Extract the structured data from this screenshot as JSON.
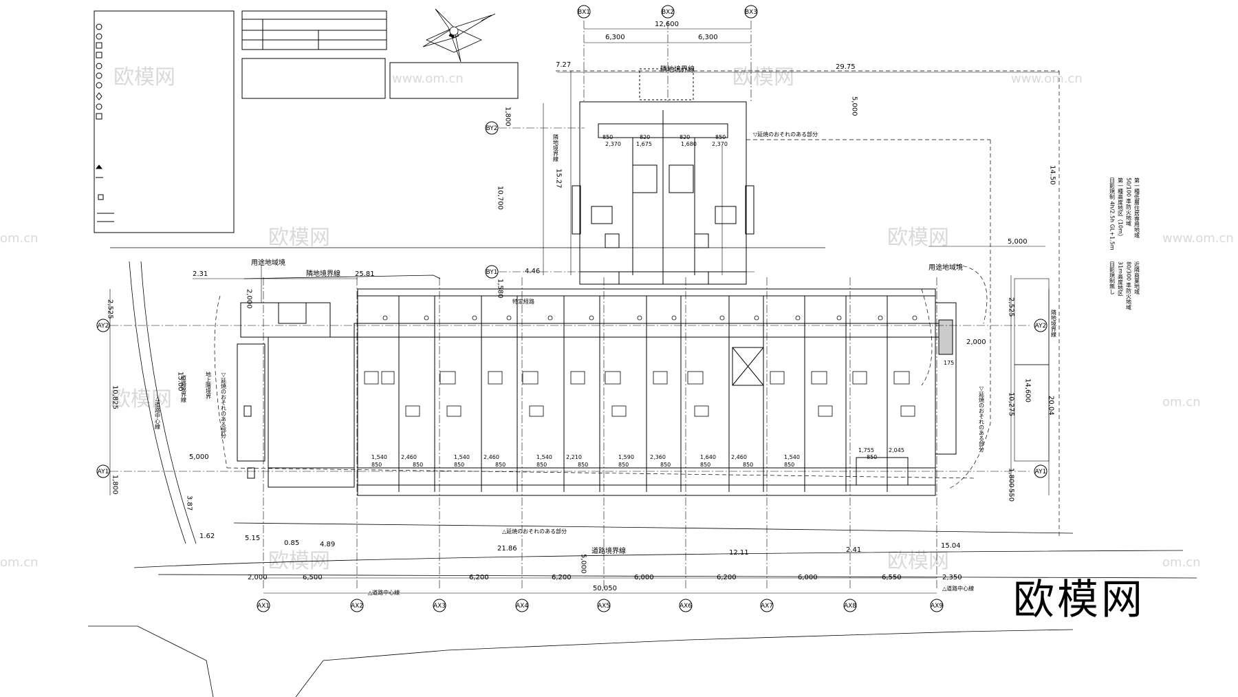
{
  "brand": "欧模网",
  "watermarks": [
    "欧模网",
    "www.om.cn",
    "om.cn"
  ],
  "grid": {
    "ax": [
      "AX1",
      "AX2",
      "AX3",
      "AX4",
      "AX5",
      "AX6",
      "AX7",
      "AX8",
      "AX9"
    ],
    "bx": [
      "BX1",
      "BX2",
      "BX3"
    ],
    "ay": [
      "AY1",
      "AY2"
    ],
    "by": [
      "BY1",
      "BY2"
    ]
  },
  "labels": {
    "adjacent_boundary": "隣地境界線",
    "use_zone_boundary": "用途地域境",
    "road_boundary": "道路境界線",
    "road_center": "△道路中心線",
    "fire_spread": "▽延焼のおそれのある部分",
    "fire_spread_bottom": "△延焼のおそれのある部分",
    "ground_floor_boundary": "地上階境界",
    "special_route": "特定経路"
  },
  "zoning_note": {
    "zone1": [
      "第一種低層住居専用地域",
      "50/100 準防火地域",
      "第一種高度地区（10m）",
      "日影規制 4h/2.5h GL+1.5m"
    ],
    "zone2": [
      "近隣商業地域",
      "80/300 準防火地域",
      "31m高度地区",
      "日影規制無し"
    ]
  },
  "dims": {
    "top_total": "12,600",
    "top_left": "6,300",
    "top_right": "6,300",
    "d727": "7.27",
    "d2975": "29.75",
    "d1800": "1,800",
    "d5000a": "5,000",
    "d1527": "15.27",
    "d10700": "10,700",
    "d1450": "14.50",
    "d5000b": "5,000",
    "d231": "2.31",
    "d2581": "25.81",
    "d446": "4.46",
    "d1580": "1,580",
    "d2525L": "2,525",
    "d2000a": "2,000",
    "d10825": "10,825",
    "d1500": "15.00",
    "d5000c": "5,000",
    "d1800L": "1,800",
    "d387": "3.87",
    "d162": "1.62",
    "d515": "5.15",
    "d085": "0.85",
    "d489": "4.89",
    "d2186": "21.86",
    "d1211": "12.11",
    "d241": "2.41",
    "d1504": "15.04",
    "d5000d": "5,000",
    "d2525R": "2,525",
    "d2000b": "2,000",
    "d10275": "10,275",
    "d14600": "14,600",
    "d2004": "20.04",
    "d1800R": "1,800",
    "d550": "550",
    "d175": "175",
    "bottom": [
      "2,000",
      "6,500",
      "6,200",
      "6,200",
      "6,000",
      "6,200",
      "6,000",
      "6,550",
      "2,350"
    ],
    "bottom_total": "50,050",
    "unit_row": [
      "1,540",
      "2,460",
      "1,540",
      "2,460",
      "1,540",
      "2,210",
      "1,590",
      "2,360",
      "1,640",
      "2,460",
      "1,540",
      "1,755",
      "2,045"
    ],
    "unit_sub": [
      "850",
      "850",
      "850",
      "850",
      "850",
      "850",
      "850",
      "850",
      "850",
      "850",
      "850",
      "850"
    ],
    "upper_unit_row": [
      "2,370",
      "1,675",
      "1,680",
      "2,370"
    ],
    "upper_unit_sub": [
      "850",
      "820",
      "820",
      "850"
    ]
  },
  "colors": {
    "line": "#000000",
    "watermark": "#d9d9d9"
  }
}
